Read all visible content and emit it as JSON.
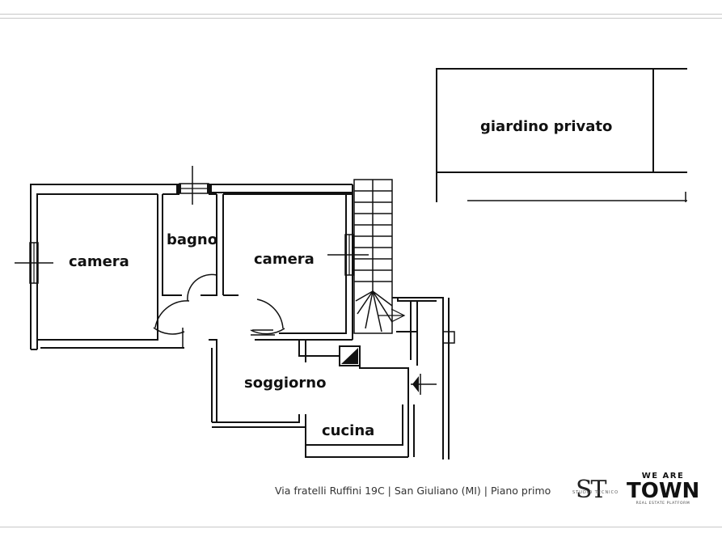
{
  "rooms": {
    "camera_left": "camera",
    "bagno": "bagno",
    "camera_right": "camera",
    "soggiorno": "soggiorno",
    "cucina": "cucina",
    "giardino": "giardino privato"
  },
  "footer": {
    "address": "Via fratelli Ruffini 19C | San Giuliano (MI) | Piano primo"
  },
  "logos": {
    "st_monogram": "ST",
    "st_subtitle": "STUDIO TECNICO",
    "town_top": "WE ARE",
    "town_main": "TOWN",
    "town_tagline": "REAL ESTATE PLATFORM"
  }
}
